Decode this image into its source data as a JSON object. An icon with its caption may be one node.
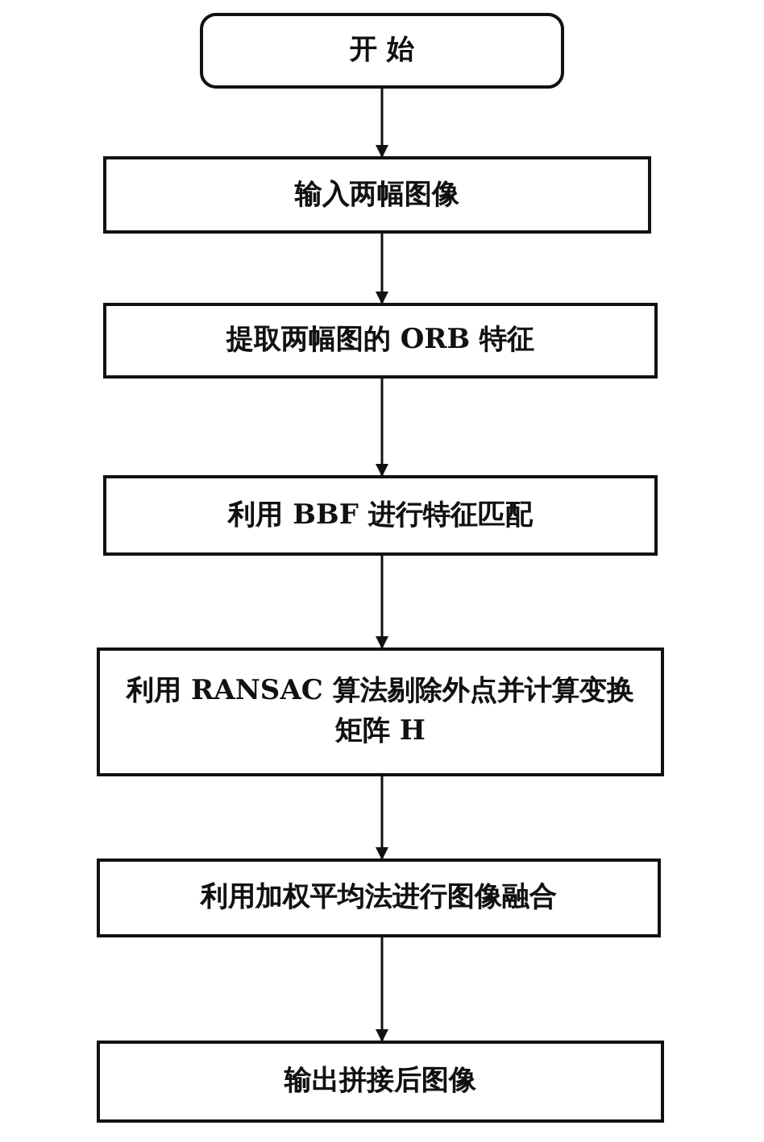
{
  "diagram": {
    "nodes": [
      {
        "text": [
          "开 始"
        ]
      },
      {
        "text": [
          "输入两幅图像"
        ]
      },
      {
        "text": [
          "提取两幅图的 ORB 特征"
        ]
      },
      {
        "text": [
          "利用 BBF 进行特征匹配"
        ]
      },
      {
        "text": [
          "利用 RANSAC 算法剔除外点并计算变换矩阵 H"
        ]
      },
      {
        "text": [
          "利用加权平均法进行图像融合"
        ]
      },
      {
        "text": [
          "输出拼接后图像"
        ]
      }
    ],
    "edges": [
      {
        "from": 0,
        "to": 1,
        "arrow": "to"
      },
      {
        "from": 1,
        "to": 2,
        "arrow": "to"
      },
      {
        "from": 2,
        "to": 3,
        "arrow": "to"
      },
      {
        "from": 3,
        "to": 4,
        "arrow": "to"
      },
      {
        "from": 4,
        "to": 5,
        "arrow": "to"
      },
      {
        "from": 5,
        "to": 6,
        "arrow": "to"
      }
    ]
  }
}
